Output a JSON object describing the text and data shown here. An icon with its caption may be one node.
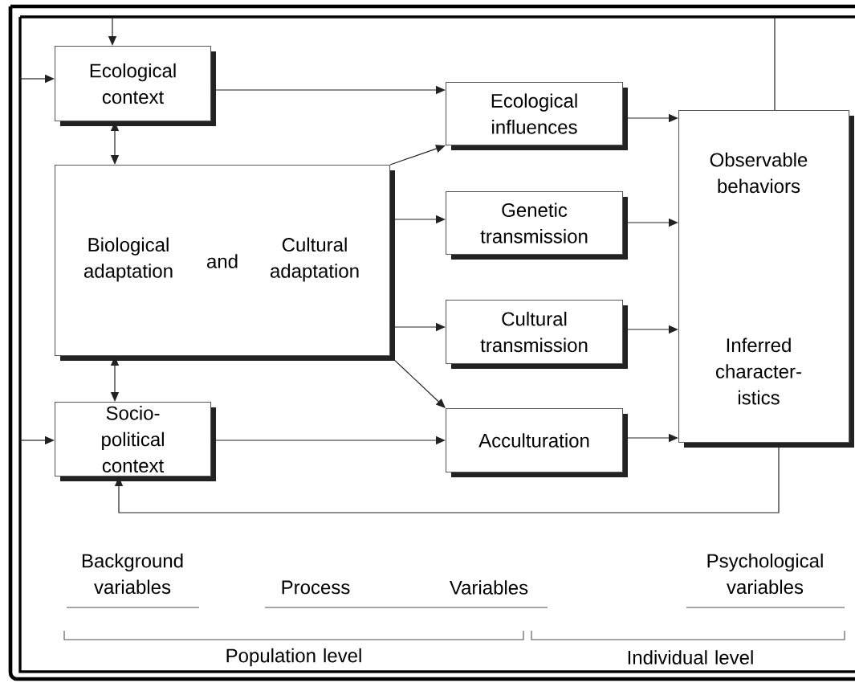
{
  "diagram": {
    "nodes": [
      {
        "text": [
          "Ecological context"
        ]
      },
      {
        "text": [
          "Biological adaptation",
          "and",
          "Cultural adaptation"
        ]
      },
      {
        "text": [
          "Socio- political context"
        ]
      },
      {
        "text": [
          "Ecological influences"
        ]
      },
      {
        "text": [
          "Genetic transmission"
        ]
      },
      {
        "text": [
          "Cultural transmission"
        ]
      },
      {
        "text": [
          "Acculturation"
        ]
      },
      {
        "text": [
          "Observable behaviors",
          "Inferred character- istics"
        ]
      }
    ],
    "edges": [
      {
        "from": 7,
        "to": 0,
        "arrow": "to"
      },
      {
        "from": null,
        "to": 0,
        "arrow": "to"
      },
      {
        "from": 0,
        "to": 3,
        "arrow": "to"
      },
      {
        "from": 0,
        "to": 1,
        "arrow": "both"
      },
      {
        "from": 1,
        "to": 3,
        "arrow": "to"
      },
      {
        "from": 1,
        "to": 4,
        "arrow": "to"
      },
      {
        "from": 1,
        "to": 5,
        "arrow": "to"
      },
      {
        "from": 1,
        "to": 6,
        "arrow": "to"
      },
      {
        "from": 1,
        "to": 2,
        "arrow": "both"
      },
      {
        "from": null,
        "to": 2,
        "arrow": "to"
      },
      {
        "from": 2,
        "to": 6,
        "arrow": "to"
      },
      {
        "from": 3,
        "to": 7,
        "arrow": "to"
      },
      {
        "from": 4,
        "to": 7,
        "arrow": "to"
      },
      {
        "from": 5,
        "to": 7,
        "arrow": "to"
      },
      {
        "from": 6,
        "to": 7,
        "arrow": "to"
      },
      {
        "from": 7,
        "to": 2,
        "arrow": "to"
      }
    ],
    "labels": [
      "Background variables",
      "Process",
      "Variables",
      "Psychological variables",
      "Population level",
      "Individual level"
    ]
  }
}
